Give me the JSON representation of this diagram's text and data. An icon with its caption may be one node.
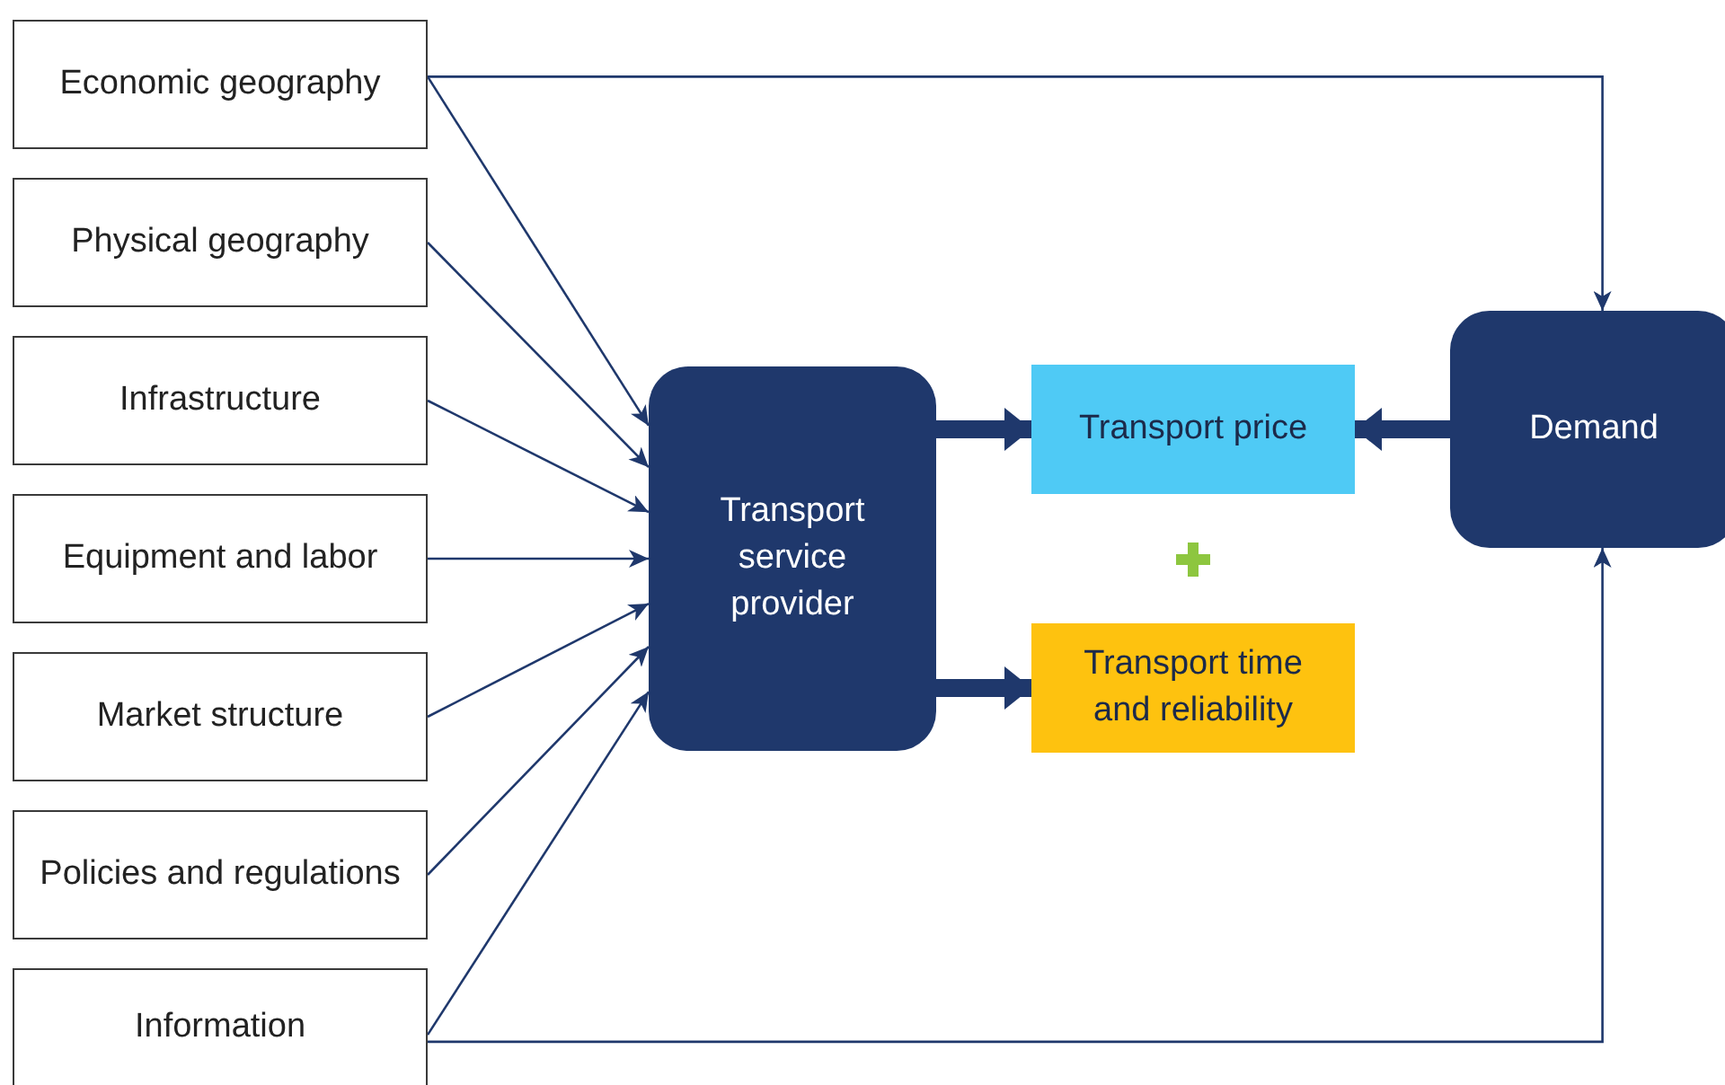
{
  "diagram": {
    "nodes": [
      {
        "text": [
          "Economic geography"
        ]
      },
      {
        "text": [
          "Physical geography"
        ]
      },
      {
        "text": [
          "Infrastructure"
        ]
      },
      {
        "text": [
          "Equipment and labor"
        ]
      },
      {
        "text": [
          "Market structure"
        ]
      },
      {
        "text": [
          "Policies and regulations"
        ]
      },
      {
        "text": [
          "Information"
        ]
      },
      {
        "text": [
          "Transport service provider"
        ]
      },
      {
        "text": [
          "Transport price"
        ]
      },
      {
        "text": [
          "Transport time and reliability"
        ]
      },
      {
        "text": [
          "Demand"
        ]
      }
    ],
    "edges": [
      {
        "from": 0,
        "to": 7,
        "arrow": "to"
      },
      {
        "from": 1,
        "to": 7,
        "arrow": "to"
      },
      {
        "from": 2,
        "to": 7,
        "arrow": "to"
      },
      {
        "from": 3,
        "to": 7,
        "arrow": "to"
      },
      {
        "from": 4,
        "to": 7,
        "arrow": "to"
      },
      {
        "from": 5,
        "to": 7,
        "arrow": "to"
      },
      {
        "from": 6,
        "to": 7,
        "arrow": "to"
      },
      {
        "from": 0,
        "to": 10,
        "arrow": "to"
      },
      {
        "from": 6,
        "to": 10,
        "arrow": "to"
      },
      {
        "from": 7,
        "to": 8,
        "arrow": "to",
        "style": "thick"
      },
      {
        "from": 7,
        "to": 9,
        "arrow": "to",
        "style": "thick"
      },
      {
        "from": 10,
        "to": 8,
        "arrow": "to",
        "style": "thick"
      }
    ]
  }
}
